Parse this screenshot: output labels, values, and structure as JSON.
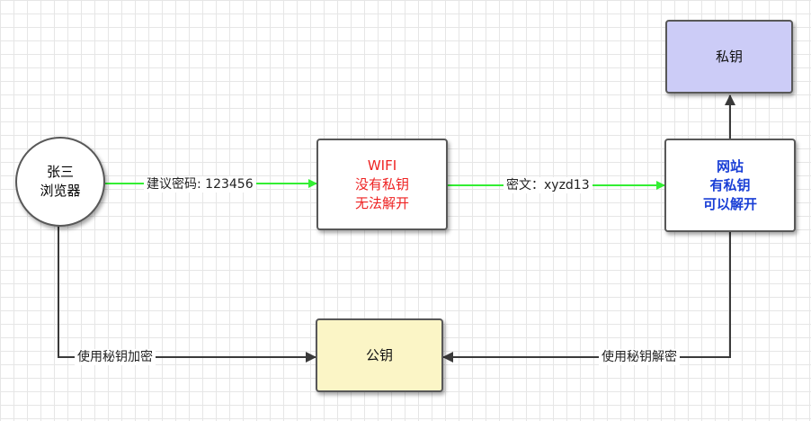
{
  "colors": {
    "green_arrow": "#33ee33",
    "dark_arrow": "#3a3a3a",
    "node_border": "#585858",
    "wifi_text": "#ee2222",
    "site_text": "#1a3fd6",
    "private_key_fill": "#ccccf7",
    "public_key_fill": "#fbf5c6",
    "node_fill": "#ffffff"
  },
  "nodes": {
    "browser": {
      "line1": "张三",
      "line2": "浏览器"
    },
    "wifi": {
      "line1": "WIFI",
      "line2": "没有私钥",
      "line3": "无法解开"
    },
    "website": {
      "line1": "网站",
      "line2": "有私钥",
      "line3": "可以解开"
    },
    "private_key": {
      "label": "私钥"
    },
    "public_key": {
      "label": "公钥"
    }
  },
  "edges": {
    "browser_to_wifi": "建议密码: 123456",
    "wifi_to_website": "密文：xyzd13",
    "browser_to_public_key": "使用秘钥加密",
    "website_to_public_key": "使用秘钥解密"
  }
}
